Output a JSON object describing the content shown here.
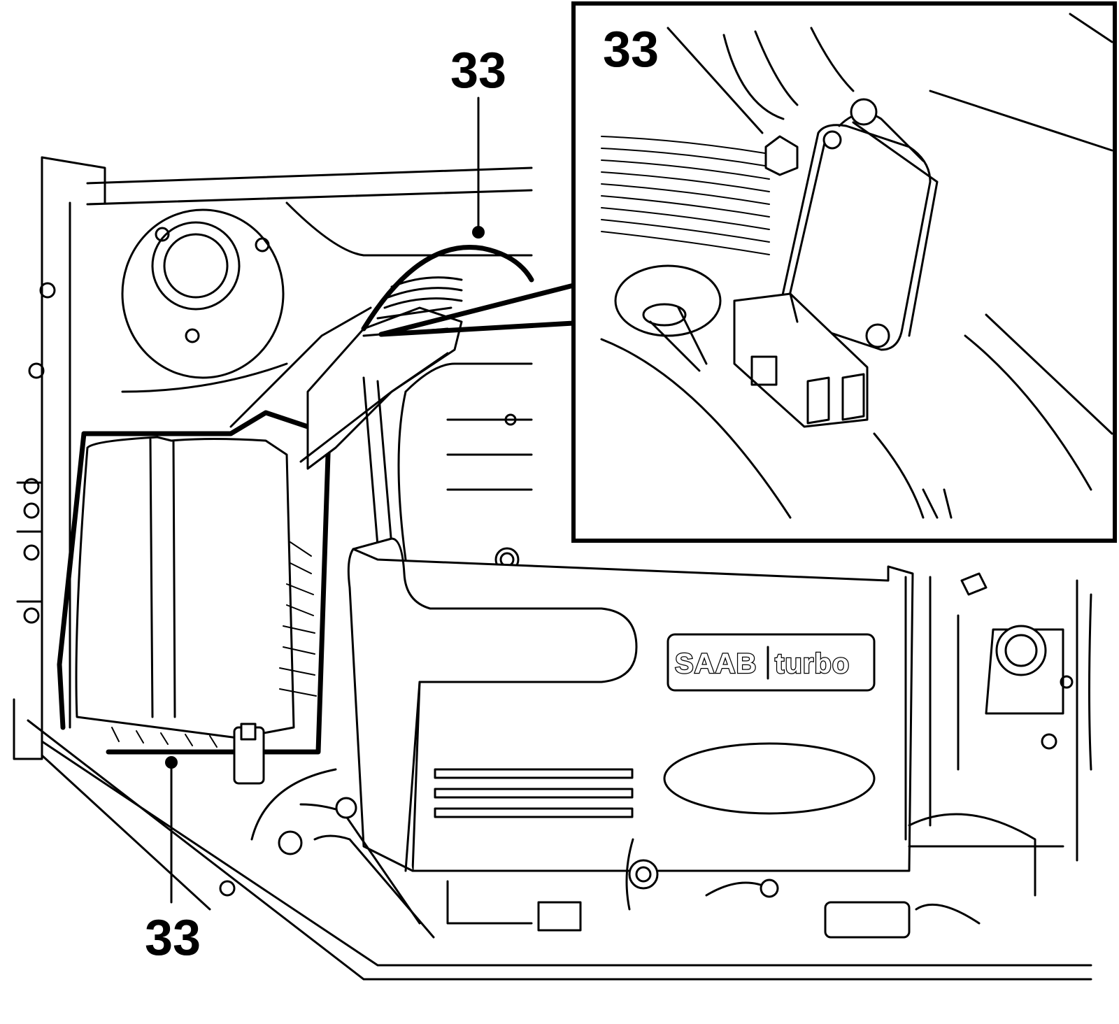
{
  "diagram": {
    "callouts": [
      {
        "id": "callout-top",
        "label": "33"
      },
      {
        "id": "callout-bottom",
        "label": "33"
      },
      {
        "id": "callout-inset",
        "label": "33"
      }
    ],
    "badge": {
      "brand": "SAAB",
      "model": "turbo"
    }
  }
}
